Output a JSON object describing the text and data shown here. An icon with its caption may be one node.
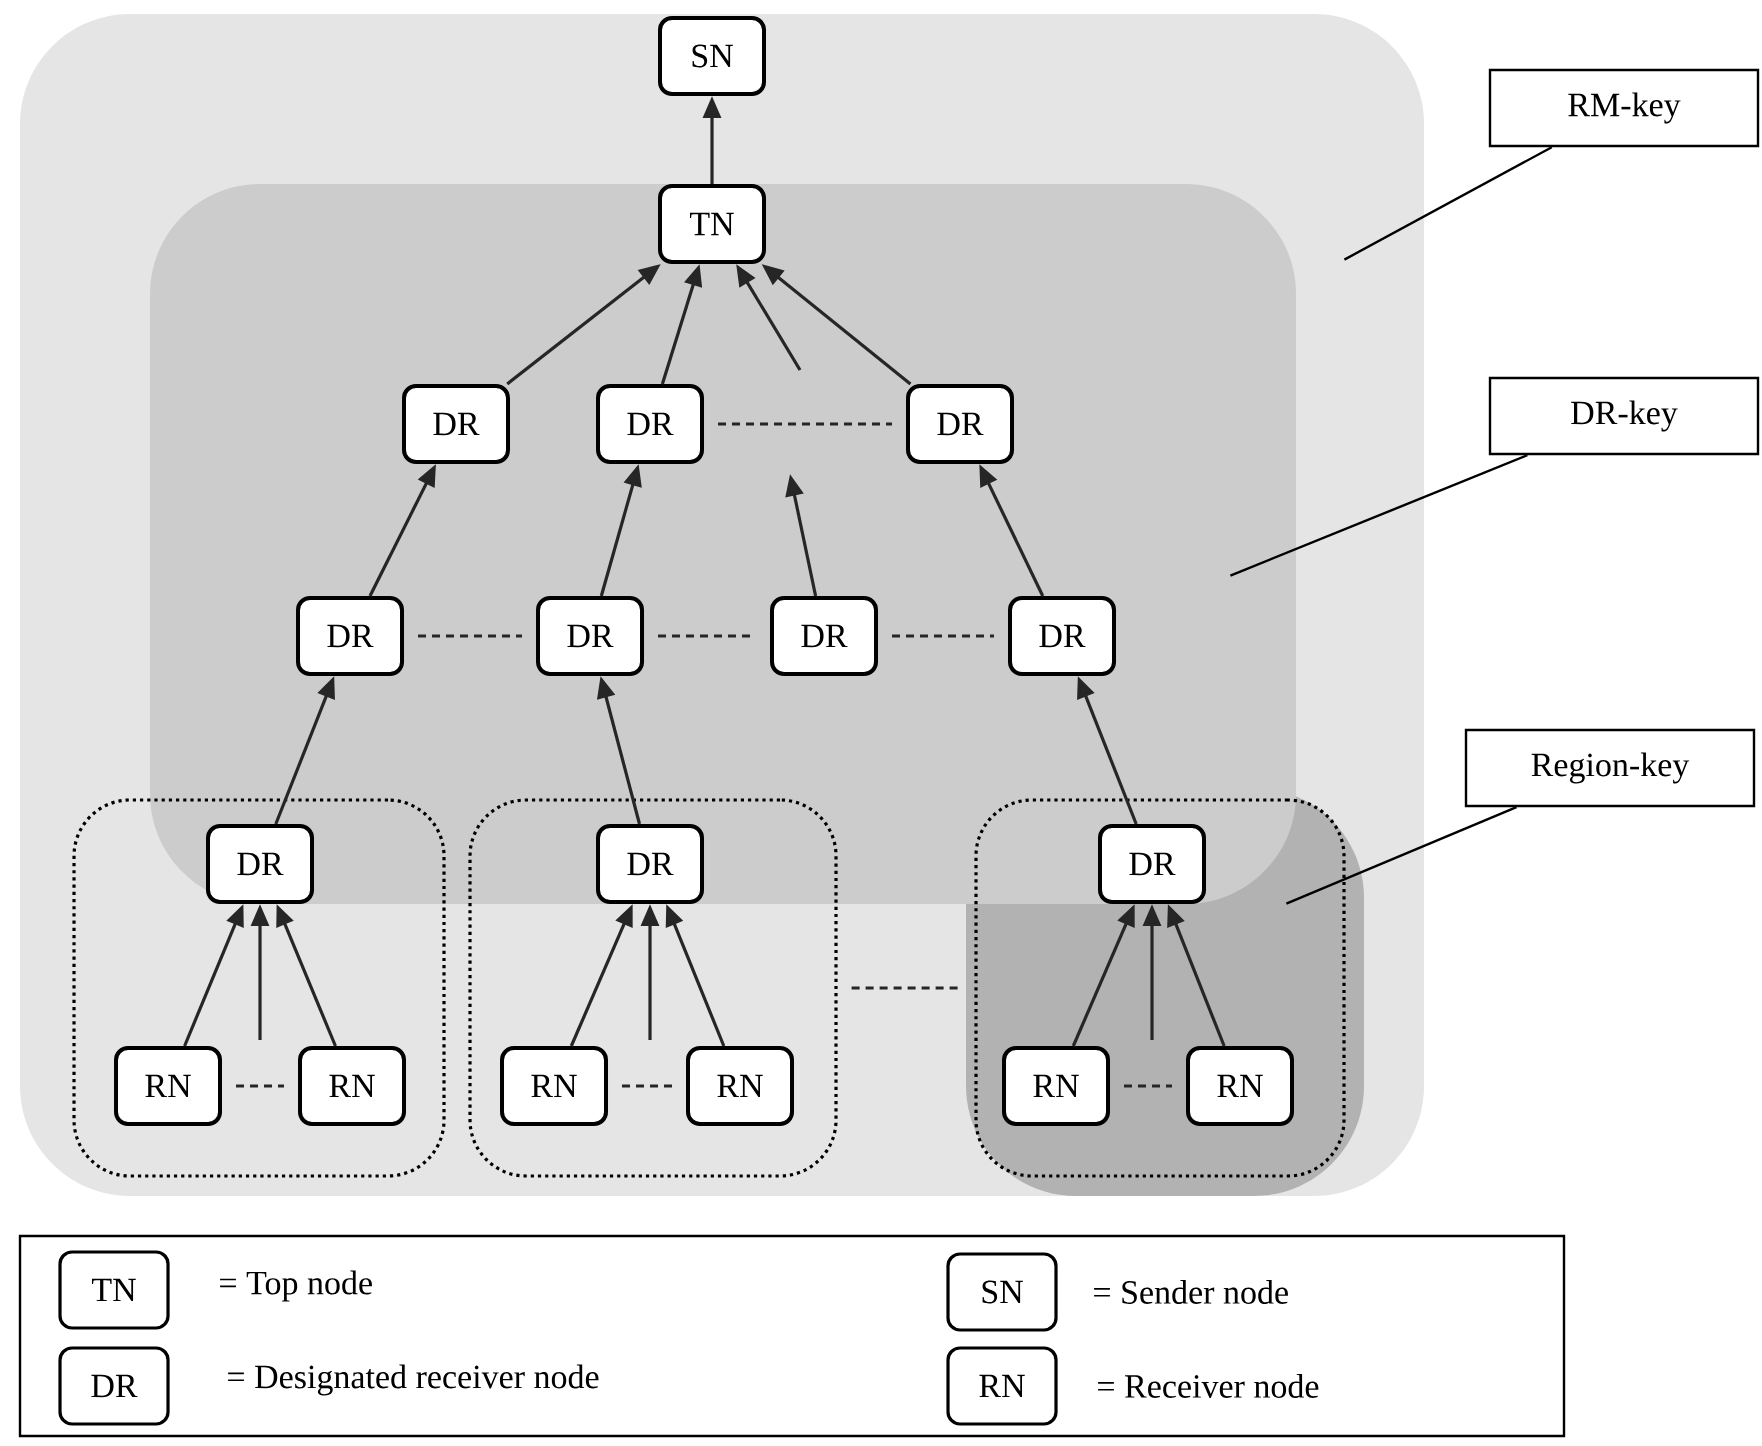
{
  "diagram": {
    "nodes": [
      {
        "text": [],
        "shape": "box"
      },
      {
        "text": [],
        "shape": "box",
        "in": 0
      },
      {
        "text": [],
        "shape": "box",
        "in": 0
      },
      {
        "text": [
          "SN"
        ],
        "in": 0
      },
      {
        "text": [
          "TN"
        ],
        "in": 1
      },
      {
        "text": [
          "DR"
        ],
        "in": 1
      },
      {
        "text": [
          "DR"
        ],
        "in": 1
      },
      {
        "text": [
          "DR"
        ],
        "in": 1
      },
      {
        "text": [
          "DR"
        ],
        "in": 1
      },
      {
        "text": [
          "DR"
        ],
        "in": 1
      },
      {
        "text": [
          "DR"
        ],
        "in": 1
      },
      {
        "text": [
          "DR"
        ],
        "in": 1
      },
      {
        "text": [],
        "shape": "box",
        "in": 0
      },
      {
        "text": [
          "DR"
        ]
      },
      {
        "text": [
          "RN"
        ],
        "in": 12
      },
      {
        "text": [
          "RN"
        ],
        "in": 12
      },
      {
        "text": [],
        "shape": "box",
        "in": 0
      },
      {
        "text": [
          "DR"
        ]
      },
      {
        "text": [
          "RN"
        ],
        "in": 16
      },
      {
        "text": [
          "RN"
        ],
        "in": 16
      },
      {
        "text": [],
        "shape": "box",
        "in": 2
      },
      {
        "text": [
          "DR"
        ]
      },
      {
        "text": [
          "RN"
        ],
        "in": 20
      },
      {
        "text": [
          "RN"
        ],
        "in": 20
      },
      {
        "text": [
          "RM-key"
        ]
      },
      {
        "text": [
          "DR-key"
        ]
      },
      {
        "text": [
          "Region-key"
        ]
      }
    ],
    "edges": [
      {
        "from": 4,
        "to": 3,
        "arrow": "to"
      },
      {
        "from": 5,
        "to": 4,
        "arrow": "to"
      },
      {
        "from": 6,
        "to": 4,
        "arrow": "to"
      },
      {
        "from": null,
        "to": 4,
        "arrow": "to"
      },
      {
        "from": 7,
        "to": 4,
        "arrow": "to"
      },
      {
        "from": 6,
        "to": 7,
        "arrow": "none",
        "style": "dashed"
      },
      {
        "from": 8,
        "to": 5,
        "arrow": "to"
      },
      {
        "from": 9,
        "to": 6,
        "arrow": "to"
      },
      {
        "from": 10,
        "to": null,
        "arrow": "to"
      },
      {
        "from": 11,
        "to": 7,
        "arrow": "to"
      },
      {
        "from": 8,
        "to": 9,
        "arrow": "none",
        "style": "dashed"
      },
      {
        "from": 9,
        "to": 10,
        "arrow": "none",
        "style": "dashed"
      },
      {
        "from": 10,
        "to": 11,
        "arrow": "none",
        "style": "dashed"
      },
      {
        "from": 13,
        "to": 8,
        "arrow": "to"
      },
      {
        "from": 17,
        "to": 9,
        "arrow": "to"
      },
      {
        "from": 21,
        "to": 11,
        "arrow": "to"
      },
      {
        "from": 14,
        "to": 13,
        "arrow": "to"
      },
      {
        "from": null,
        "to": 13,
        "arrow": "to"
      },
      {
        "from": 15,
        "to": 13,
        "arrow": "to"
      },
      {
        "from": 14,
        "to": 15,
        "arrow": "none",
        "style": "dashed"
      },
      {
        "from": 18,
        "to": 17,
        "arrow": "to"
      },
      {
        "from": null,
        "to": 17,
        "arrow": "to"
      },
      {
        "from": 19,
        "to": 17,
        "arrow": "to"
      },
      {
        "from": 18,
        "to": 19,
        "arrow": "none",
        "style": "dashed"
      },
      {
        "from": 22,
        "to": 21,
        "arrow": "to"
      },
      {
        "from": null,
        "to": 21,
        "arrow": "to"
      },
      {
        "from": 23,
        "to": 21,
        "arrow": "to"
      },
      {
        "from": 22,
        "to": 23,
        "arrow": "none",
        "style": "dashed"
      },
      {
        "from": 16,
        "to": 20,
        "arrow": "none",
        "style": "dashed"
      },
      {
        "from": 24,
        "to": 0,
        "arrow": "none"
      },
      {
        "from": 25,
        "to": 1,
        "arrow": "none"
      },
      {
        "from": 26,
        "to": 2,
        "arrow": "none"
      }
    ],
    "labels": [
      "TN",
      "= Top node",
      "SN",
      "= Sender node",
      "DR",
      "= Designated receiver node",
      "RN",
      "= Receiver node"
    ]
  }
}
